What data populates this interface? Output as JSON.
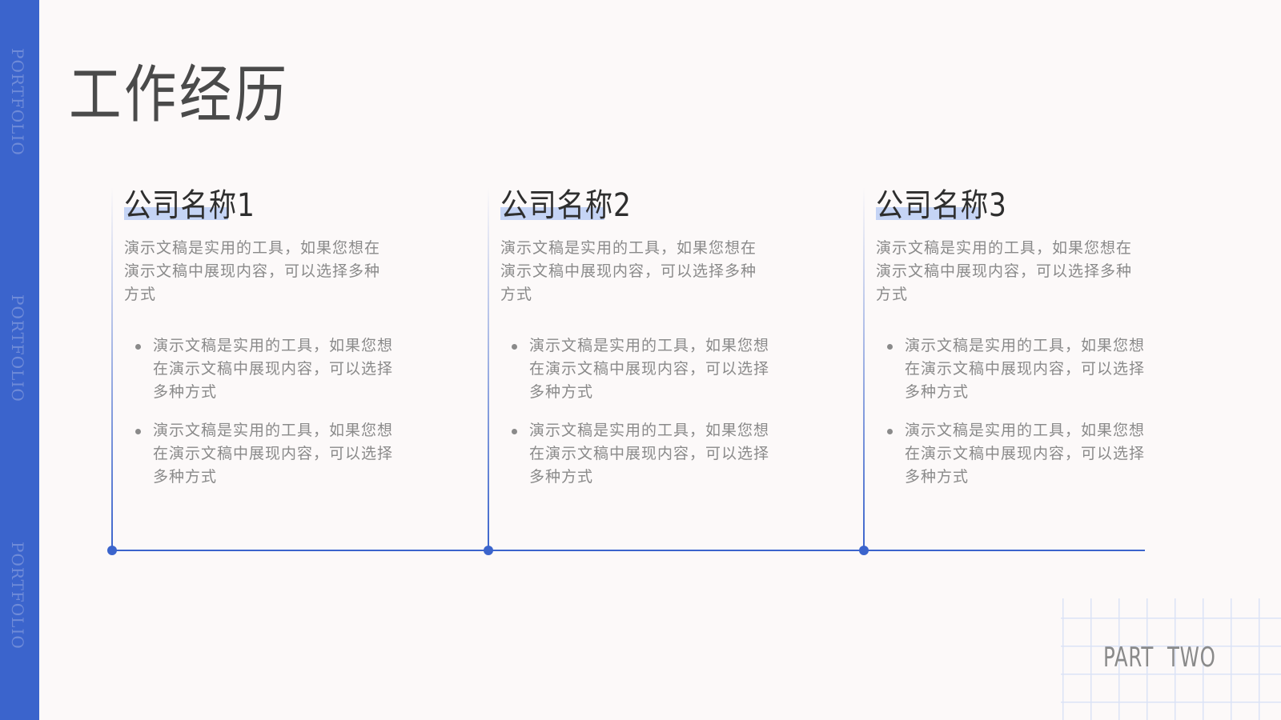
{
  "sidebar": {
    "labels": [
      "PORTFOLIO",
      "PORTFOLIO",
      "PORTFOLIO"
    ]
  },
  "page": {
    "title": "工作经历",
    "part_label": "PART  TWO"
  },
  "timeline": {
    "items": [
      {
        "company": "公司名称1",
        "description": "演示文稿是实用的工具，如果您想在演示文稿中展现内容，可以选择多种方式",
        "bullets": [
          "演示文稿是实用的工具，如果您想在演示文稿中展现内容，可以选择多种方式",
          "演示文稿是实用的工具，如果您想在演示文稿中展现内容，可以选择多种方式"
        ]
      },
      {
        "company": "公司名称2",
        "description": "演示文稿是实用的工具，如果您想在演示文稿中展现内容，可以选择多种方式",
        "bullets": [
          "演示文稿是实用的工具，如果您想在演示文稿中展现内容，可以选择多种方式",
          "演示文稿是实用的工具，如果您想在演示文稿中展现内容，可以选择多种方式"
        ]
      },
      {
        "company": "公司名称3",
        "description": "演示文稿是实用的工具，如果您想在演示文稿中展现内容，可以选择多种方式",
        "bullets": [
          "演示文稿是实用的工具，如果您想在演示文稿中展现内容，可以选择多种方式",
          "演示文稿是实用的工具，如果您想在演示文稿中展现内容，可以选择多种方式"
        ]
      }
    ]
  },
  "colors": {
    "accent": "#3b64cc",
    "highlight": "#c5d4f5",
    "background": "#fcf9f9",
    "body_text": "#8a8a8a",
    "title_text": "#4a4a4a"
  }
}
